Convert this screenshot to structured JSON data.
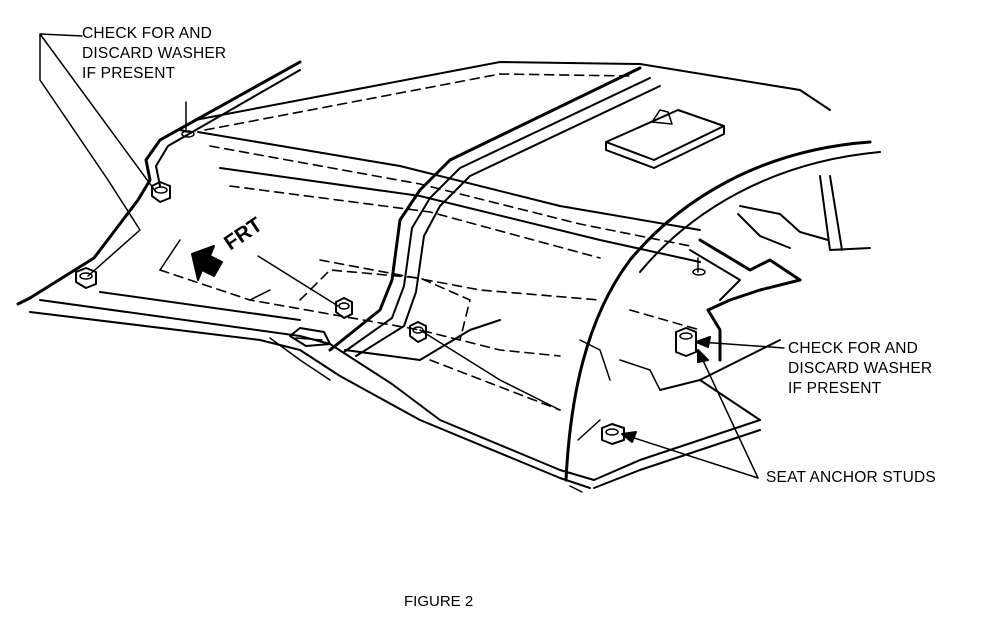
{
  "callouts": {
    "washer_left": [
      "CHECK FOR AND",
      "DISCARD WASHER",
      "IF PRESENT"
    ],
    "washer_right": [
      "CHECK FOR AND",
      "DISCARD WASHER",
      "IF PRESENT"
    ],
    "seat_anchor_studs": "SEAT ANCHOR STUDS",
    "front_arrow": "FRT"
  },
  "caption": "FIGURE 2"
}
